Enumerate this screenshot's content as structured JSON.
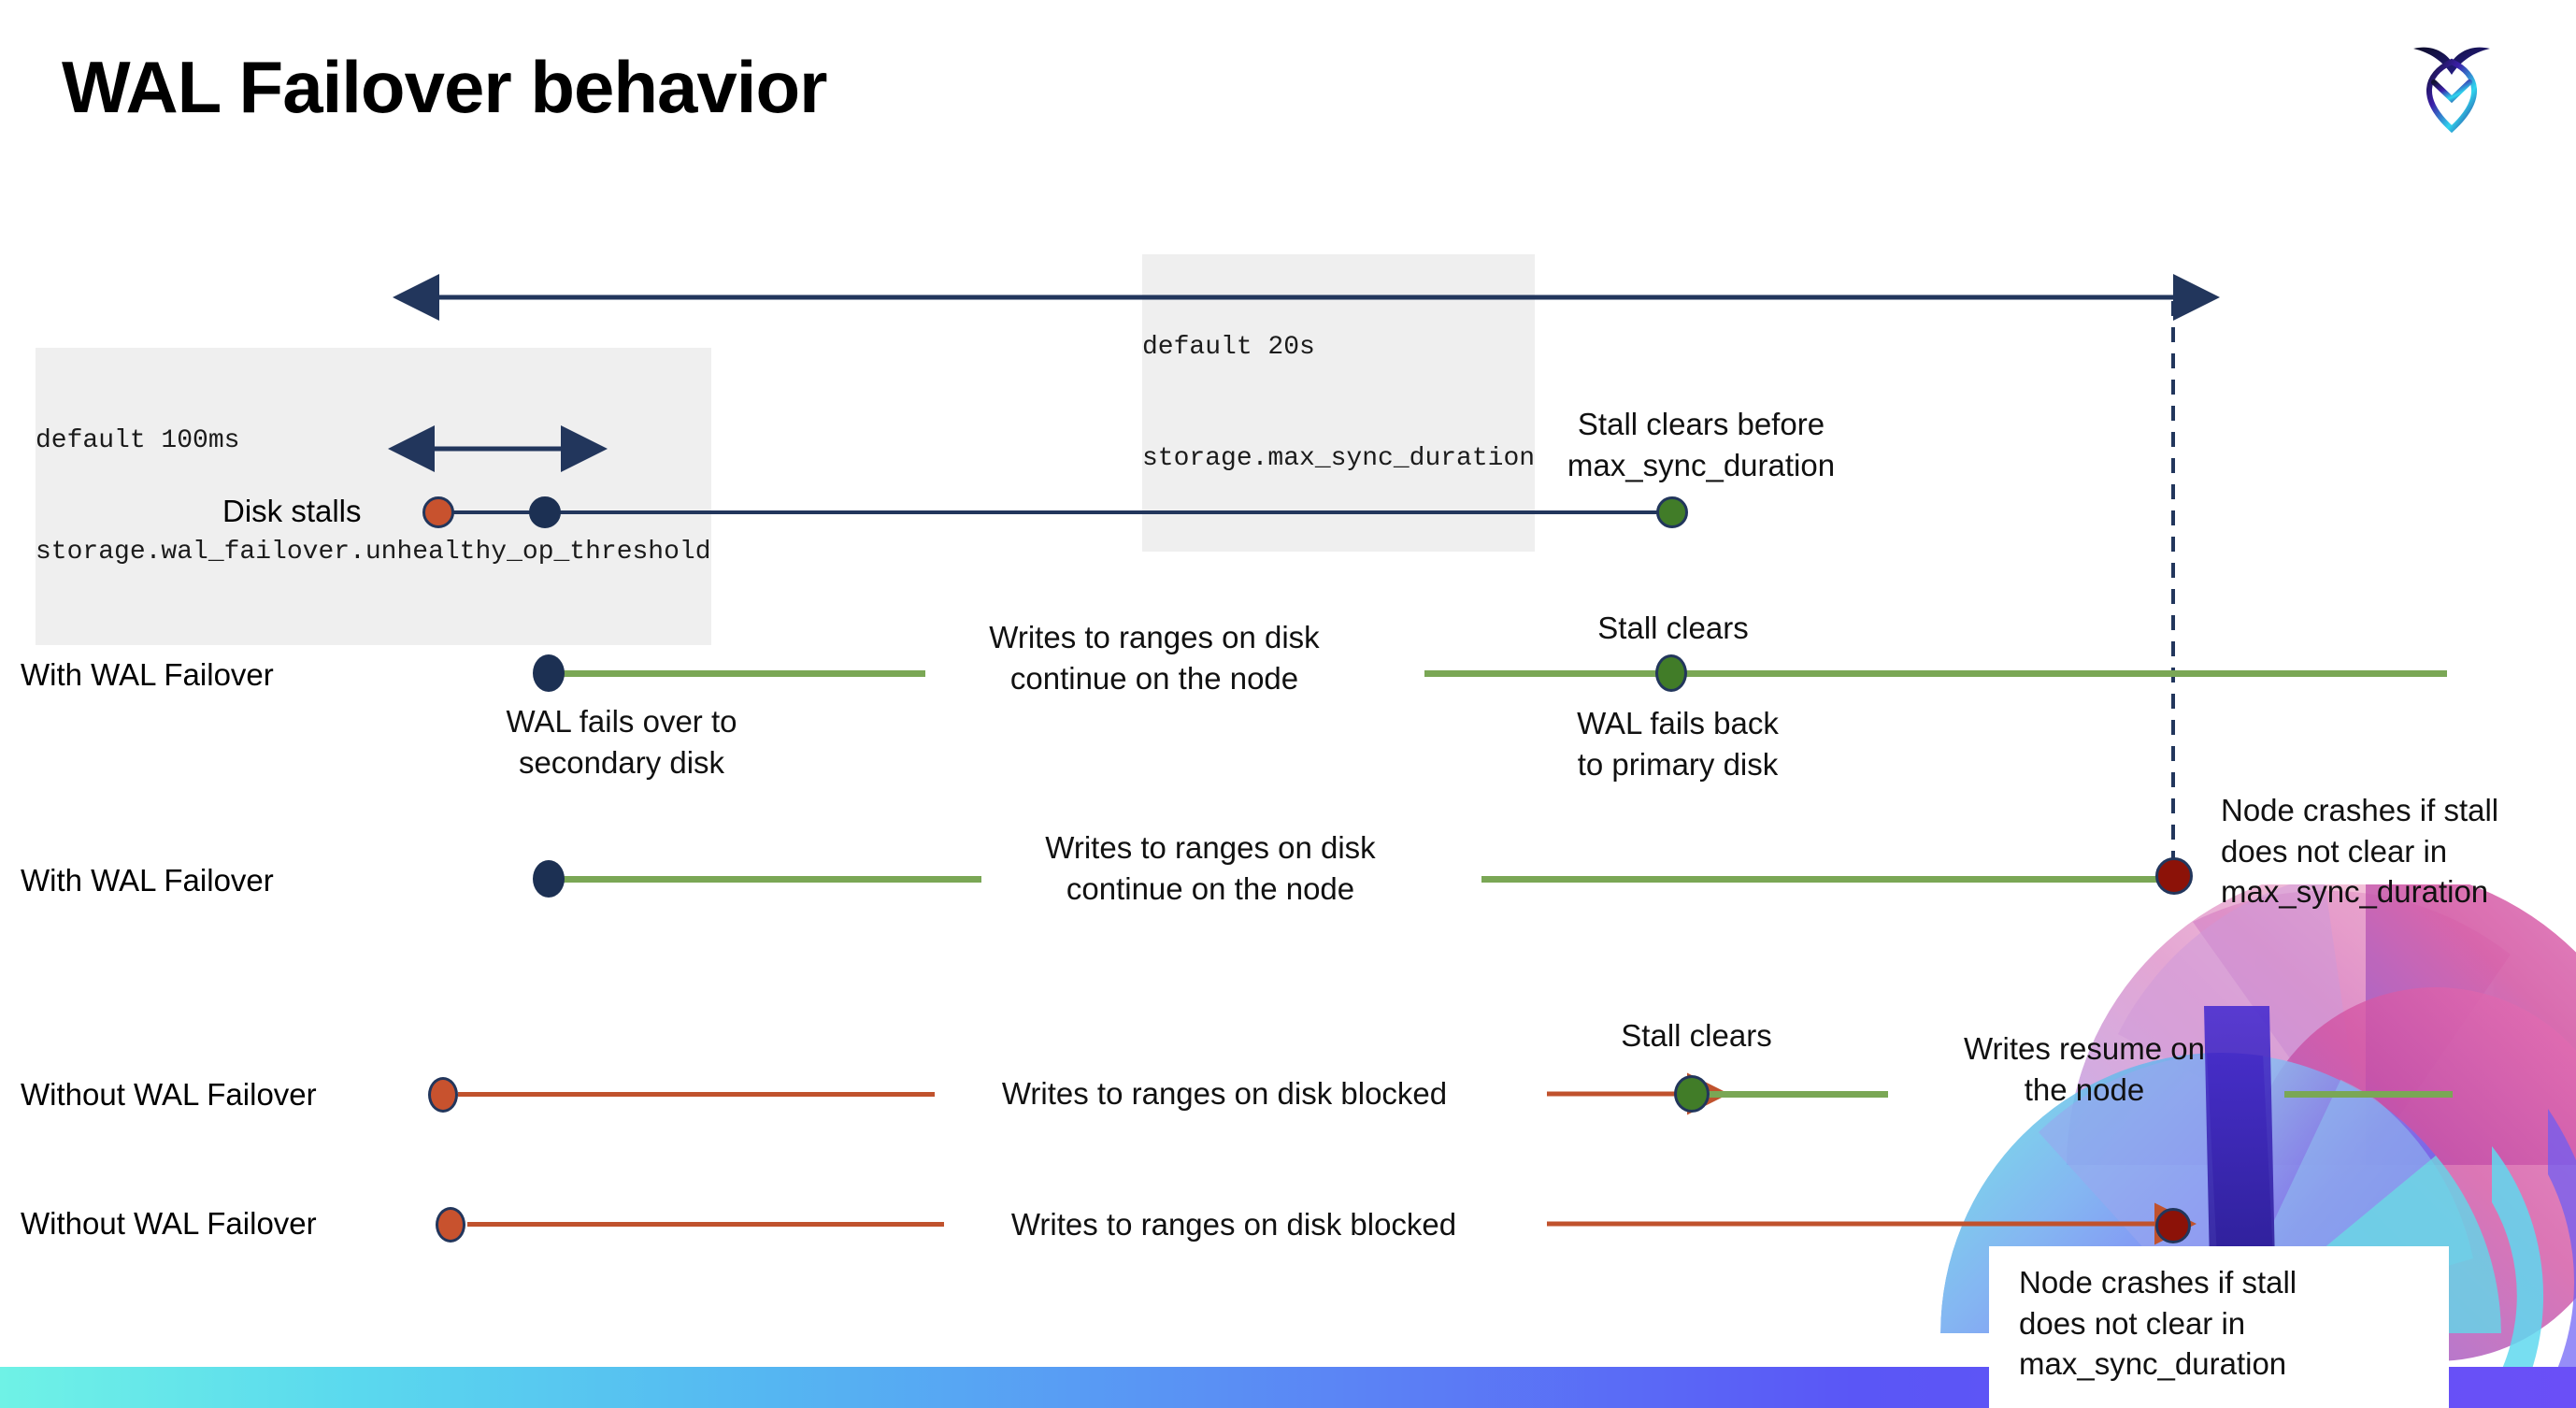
{
  "slide": {
    "title": "WAL Failover behavior",
    "logo_name": "cockroachdb-logo"
  },
  "settings": {
    "unhealthy_threshold": {
      "default_line": "default 100ms",
      "setting_line": "storage.wal_failover.unhealthy_op_threshold"
    },
    "max_sync_duration": {
      "default_line": "default 20s",
      "setting_line": "storage.max_sync_duration"
    }
  },
  "timelines": [
    {
      "id": "disk-stalls",
      "label": "Disk stalls",
      "notes": [
        "Stall clears before\nmax_sync_duration"
      ]
    },
    {
      "id": "with-wal-failover-clears",
      "label": "With WAL Failover",
      "notes": [
        "WAL fails over to\nsecondary disk",
        "Writes to ranges on disk\ncontinue on the node",
        "Stall clears",
        "WAL fails  back\nto primary disk"
      ]
    },
    {
      "id": "with-wal-failover-crash",
      "label": "With WAL Failover",
      "notes": [
        "Writes to ranges on disk\ncontinue on the node",
        "Node crashes if stall\ndoes not clear in\nmax_sync_duration"
      ]
    },
    {
      "id": "without-wal-failover-clears",
      "label": "Without WAL Failover",
      "notes": [
        "Writes to ranges on disk  blocked",
        "Stall clears",
        "Writes resume on\nthe node"
      ]
    },
    {
      "id": "without-wal-failover-crash",
      "label": "Without WAL Failover",
      "notes": [
        "Writes to ranges on disk  blocked",
        "Node crashes if stall\ndoes not clear in\nmax_sync_duration"
      ]
    }
  ],
  "colors": {
    "navy": "#22365c",
    "green_line": "#7aa755",
    "red_line": "#c0522d",
    "dot_orange": "#c8522e",
    "dot_green": "#417c28",
    "dot_darkred": "#8c1208",
    "dot_navy": "#1c3053",
    "code_bg": "#efefef"
  }
}
